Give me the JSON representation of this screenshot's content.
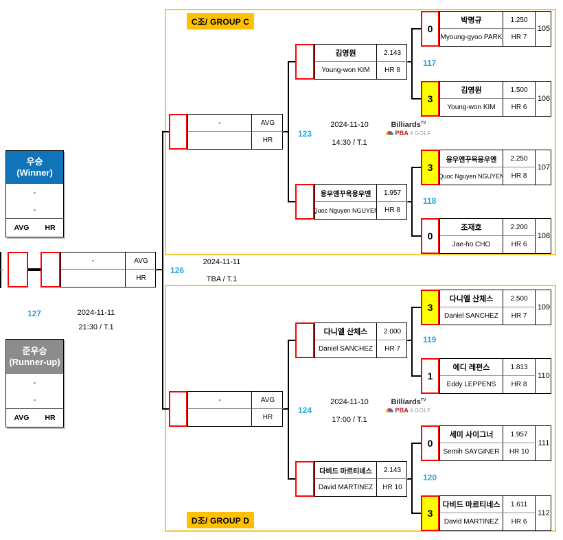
{
  "colors": {
    "group_border": "#fdc536",
    "group_label_bg": "#ffc000",
    "winner_header_bg": "#1173b8",
    "runnerup_header_bg": "#8c8c8c",
    "winning_score_bg": "#ffff00",
    "score_border": "#ff0000",
    "match_number_blue": "#25a3e2"
  },
  "winner_box": {
    "title_line1": "우승",
    "title_line2": "(Winner)",
    "name": "-",
    "avg": "-",
    "footer_avg": "AVG",
    "footer_hr": "HR"
  },
  "runnerup_box": {
    "title_line1": "준우승",
    "title_line2": "(Runner-up)",
    "name": "-",
    "avg": "-",
    "footer_avg": "AVG",
    "footer_hr": "HR"
  },
  "grand_final": {
    "match_no": "127",
    "date": "2024-11-11",
    "time": "21:30 / T.1",
    "finalist": {
      "name": "-",
      "avg_label": "AVG",
      "hr_label": "HR"
    }
  },
  "semifinal": {
    "match_no": "126",
    "date": "2024-11-11",
    "time": "TBA / T.1"
  },
  "logo": {
    "brand": "Billiards",
    "brand_sup": "TV",
    "pba": "PBA",
    "amp": "&",
    "golf": "GOLF"
  },
  "group_c": {
    "label": "C조/ GROUP C",
    "final": {
      "match_no": "123",
      "date": "2024-11-10",
      "time": "14:30 / T.1",
      "name": "-",
      "avg_label": "AVG",
      "hr_label": "HR"
    },
    "semi_top": {
      "match_no": "117",
      "name_ko": "김영원",
      "name_en": "Young-won KIM",
      "avg": "2.143",
      "hr": "HR 8"
    },
    "semi_bottom": {
      "match_no": "118",
      "name_ko": "응우옌꾸옥응우옌",
      "name_en": "Quoc Nguyen NGUYEN",
      "avg": "1.957",
      "hr": "HR 8"
    },
    "m105": {
      "no": "105",
      "score": "0",
      "name_ko": "박명규",
      "name_en": "Myoung-gyoo PARK",
      "avg": "1.250",
      "hr": "HR 7"
    },
    "m106": {
      "no": "106",
      "score": "3",
      "name_ko": "김영원",
      "name_en": "Young-won KIM",
      "avg": "1.500",
      "hr": "HR 6"
    },
    "m107": {
      "no": "107",
      "score": "3",
      "name_ko": "응우옌꾸옥응우옌",
      "name_en": "Quoc Nguyen NGUYEN",
      "avg": "2.250",
      "hr": "HR 8"
    },
    "m108": {
      "no": "108",
      "score": "0",
      "name_ko": "조재호",
      "name_en": "Jae-ho CHO",
      "avg": "2.200",
      "hr": "HR 6"
    }
  },
  "group_d": {
    "label": "D조/ GROUP D",
    "final": {
      "match_no": "124",
      "date": "2024-11-10",
      "time": "17:00 / T.1",
      "name": "-",
      "avg_label": "AVG",
      "hr_label": "HR"
    },
    "semi_top": {
      "match_no": "119",
      "name_ko": "다니엘 산체스",
      "name_en": "Daniel SANCHEZ",
      "avg": "2.000",
      "hr": "HR 7"
    },
    "semi_bottom": {
      "match_no": "120",
      "name_ko": "다비드 마르티네스",
      "name_en": "David MARTINEZ",
      "avg": "2.143",
      "hr": "HR 10"
    },
    "m109": {
      "no": "109",
      "score": "3",
      "name_ko": "다니엘 산체스",
      "name_en": "Daniel SANCHEZ",
      "avg": "2.500",
      "hr": "HR 7"
    },
    "m110": {
      "no": "110",
      "score": "1",
      "name_ko": "에디 레펀스",
      "name_en": "Eddy LEPPENS",
      "avg": "1.813",
      "hr": "HR 8"
    },
    "m111": {
      "no": "111",
      "score": "0",
      "name_ko": "세미 사이그너",
      "name_en": "Semih SAYGINER",
      "avg": "1.957",
      "hr": "HR 10"
    },
    "m112": {
      "no": "112",
      "score": "3",
      "name_ko": "다비드 마르티네스",
      "name_en": "David MARTINEZ",
      "avg": "1.611",
      "hr": "HR 6"
    }
  }
}
